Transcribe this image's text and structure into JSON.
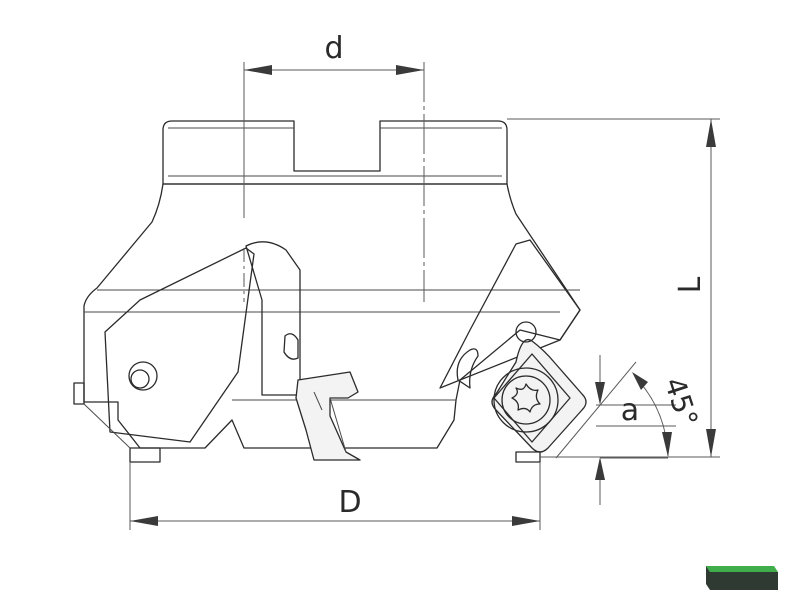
{
  "labels": {
    "d": "d",
    "D": "D",
    "L": "L",
    "a": "a",
    "angle": "45°"
  },
  "colors": {
    "line": "#2b2b2b",
    "dimension": "#5a5a5a",
    "badge_top": "#3fae4a",
    "badge_body": "#2f3a32"
  }
}
